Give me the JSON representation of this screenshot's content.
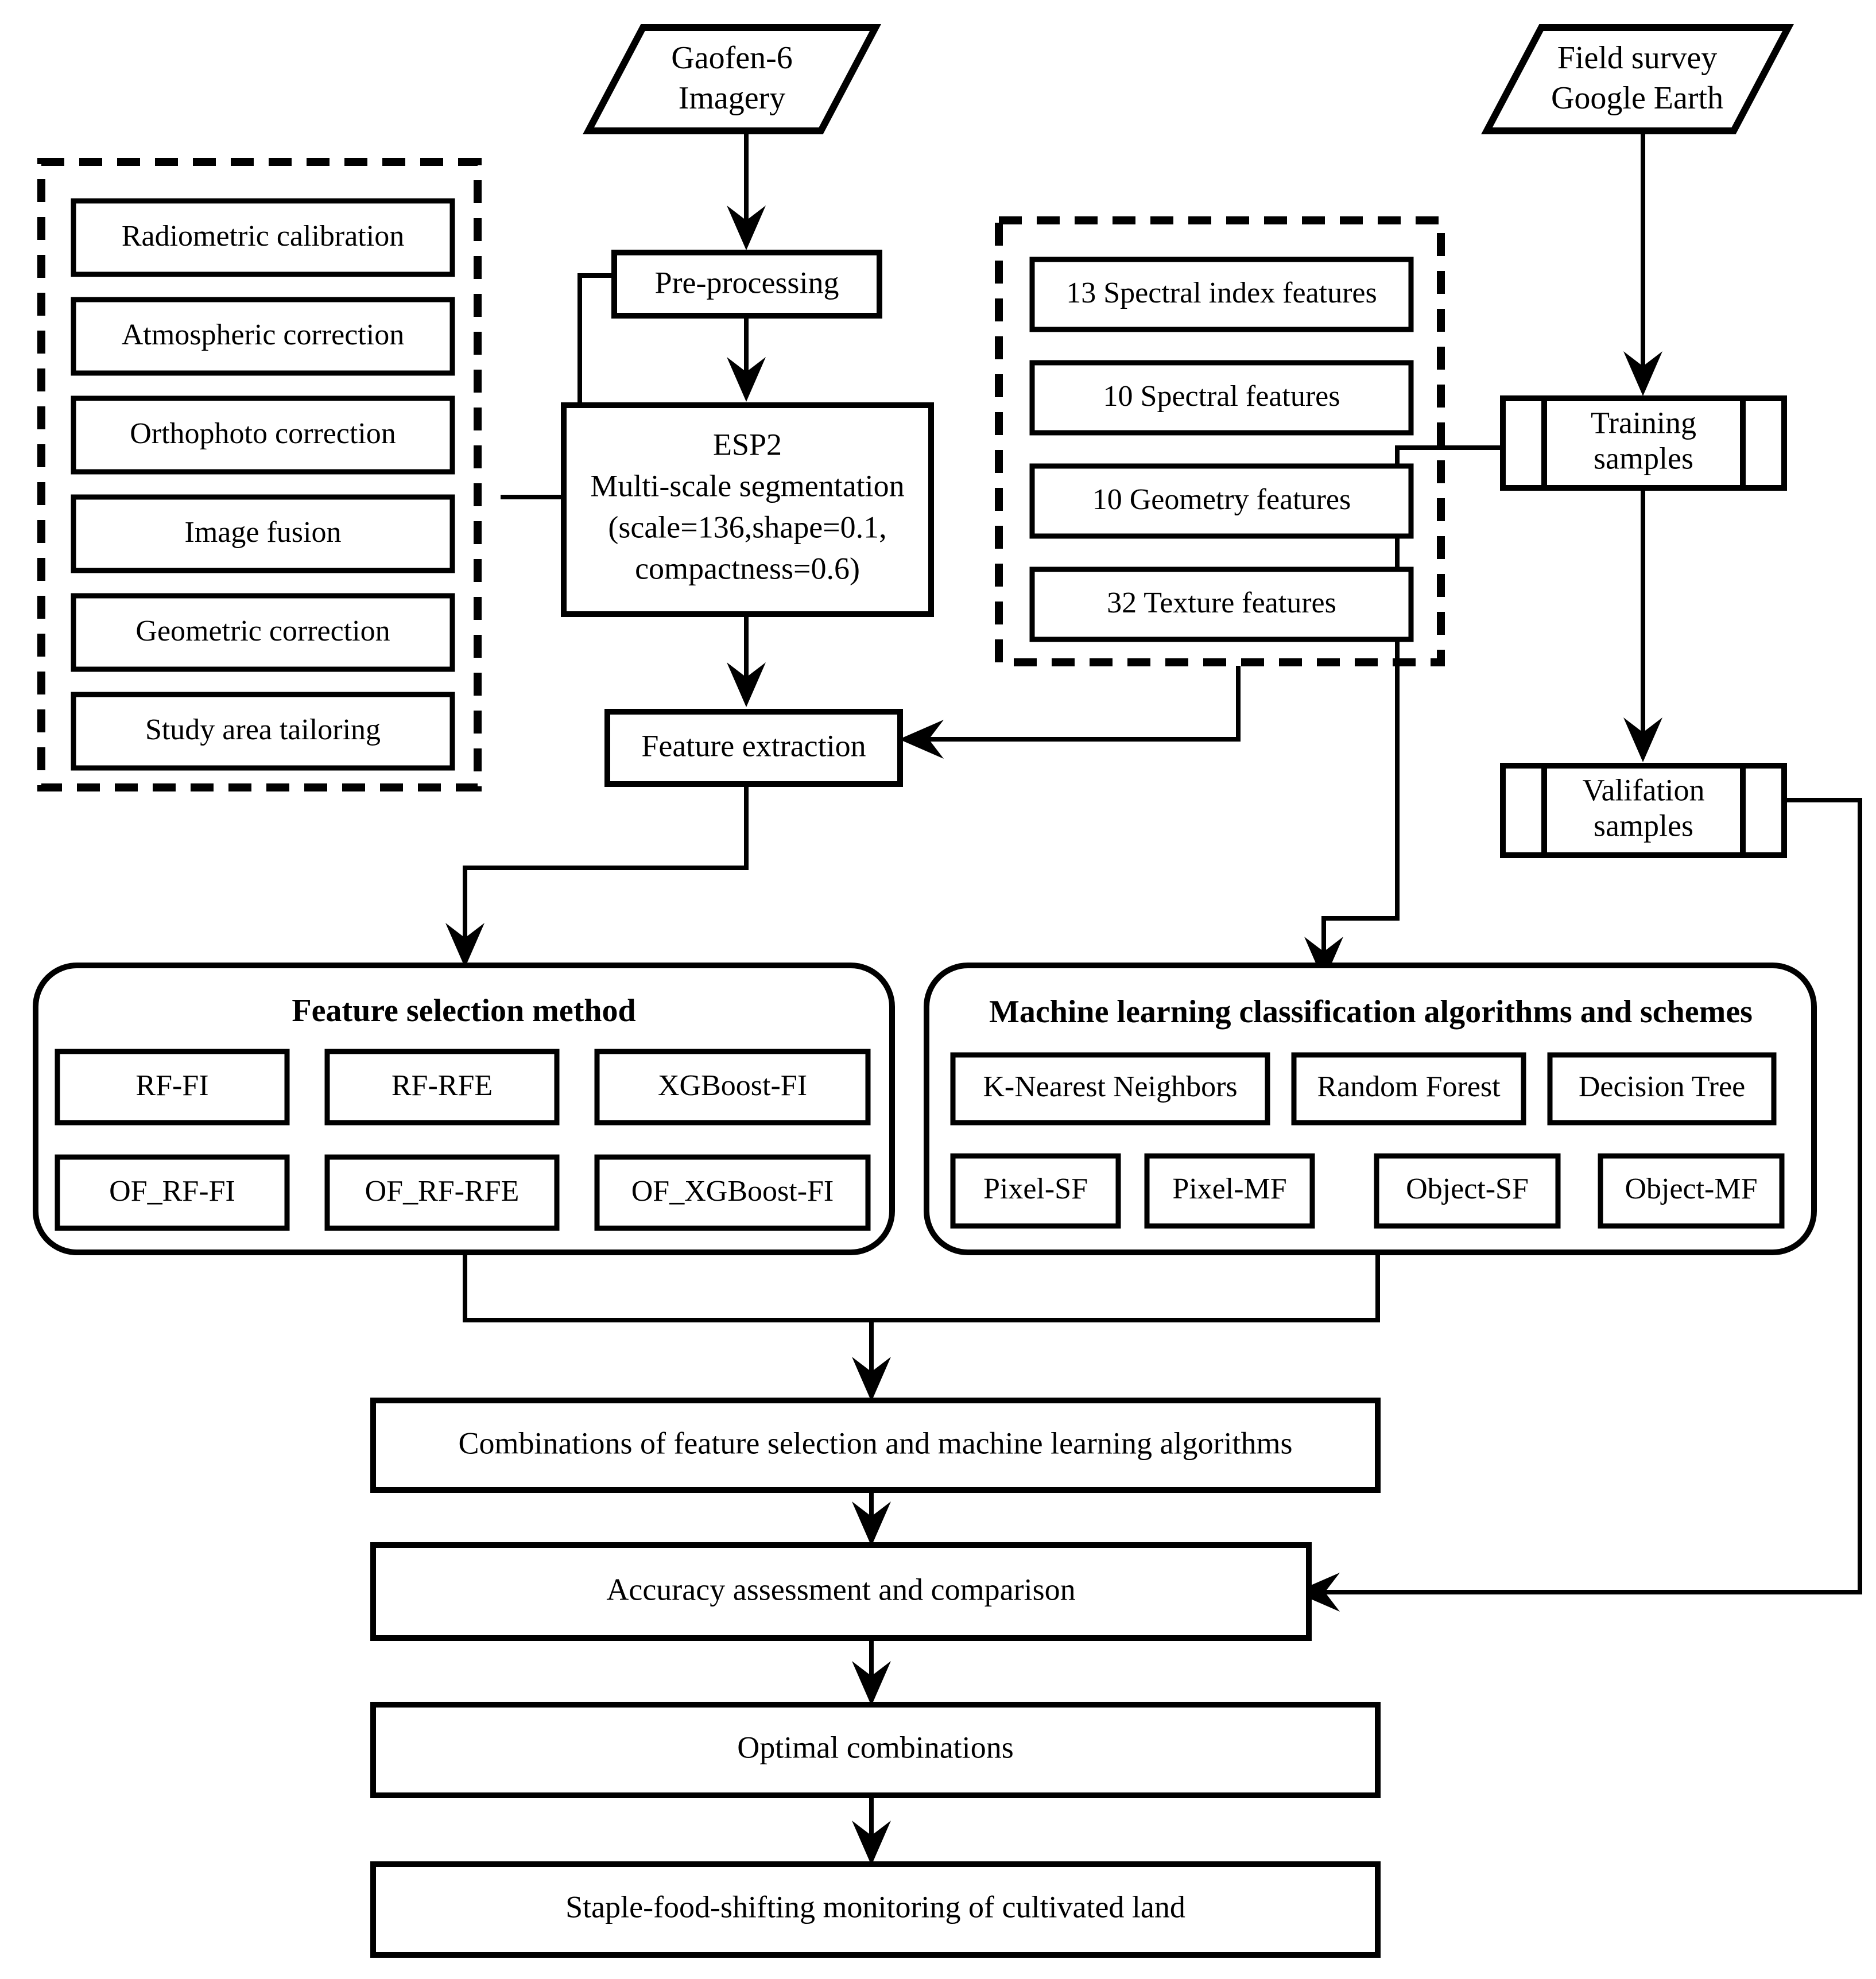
{
  "diagram": {
    "title": "Methodology flowchart for staple-food-shifting monitoring of cultivated land",
    "colors": {
      "stroke": "#000000",
      "fill": "#ffffff",
      "background": "#ffffff"
    }
  },
  "inputs": {
    "imagery": {
      "line1": "Gaofen-6",
      "line2": "Imagery"
    },
    "reference": {
      "line1": "Field survey",
      "line2": "Google Earth"
    }
  },
  "preprocessing_group": {
    "items": [
      "Radiometric calibration",
      "Atmospheric correction",
      "Orthophoto correction",
      "Image fusion",
      "Geometric correction",
      "Study area tailoring"
    ]
  },
  "features_group": {
    "items": [
      "13 Spectral index features",
      "10 Spectral features",
      "10 Geometry features",
      "32 Texture features"
    ]
  },
  "process": {
    "preprocessing": "Pre-processing",
    "segmentation": {
      "line1": "ESP2",
      "line2": "Multi-scale segmentation",
      "line3": "(scale=136,shape=0.1,",
      "line4": "compactness=0.6)"
    },
    "feature_extraction": "Feature extraction"
  },
  "samples": {
    "training": {
      "line1": "Training",
      "line2": "samples"
    },
    "validation": {
      "line1": "Valifation",
      "line2": "samples"
    }
  },
  "feature_selection": {
    "heading": "Feature selection method",
    "row1": [
      "RF-FI",
      "RF-RFE",
      "XGBoost-FI"
    ],
    "row2": [
      "OF_RF-FI",
      "OF_RF-RFE",
      "OF_XGBoost-FI"
    ]
  },
  "ml_algorithms": {
    "heading": "Machine learning classification algorithms and schemes",
    "row1": [
      "K-Nearest Neighbors",
      "Random Forest",
      "Decision Tree"
    ],
    "row2": [
      "Pixel-SF",
      "Pixel-MF",
      "Object-SF",
      "Object-MF"
    ]
  },
  "outputs": {
    "combinations": "Combinations of  feature selection and machine learning algorithms",
    "accuracy": "Accuracy assessment and comparison",
    "optimal": "Optimal combinations",
    "final": "Staple-food-shifting monitoring of  cultivated land"
  }
}
